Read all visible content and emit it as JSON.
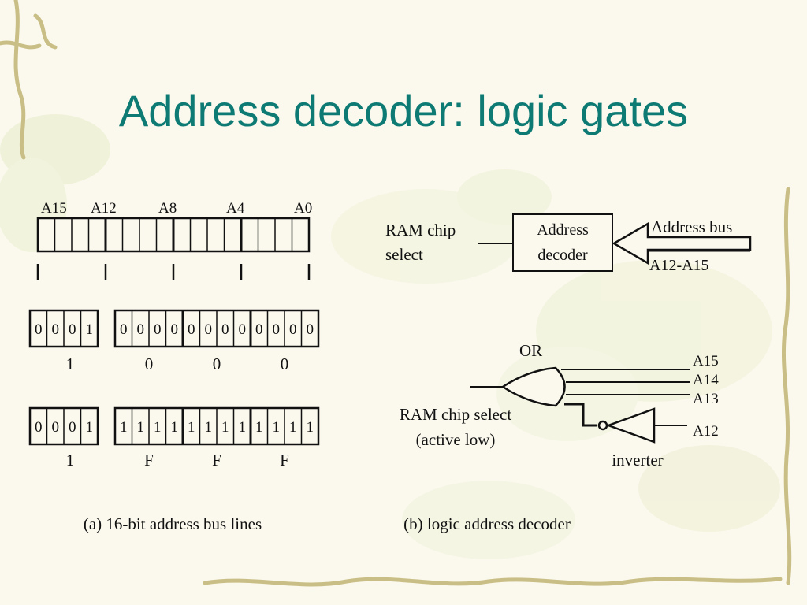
{
  "title": "Address decoder: logic gates",
  "panel_a": {
    "bus_labels": [
      "A15",
      "A12",
      "A8",
      "A4",
      "A0"
    ],
    "row1": {
      "high_bits": [
        "0",
        "0",
        "0",
        "1"
      ],
      "low_bits": [
        "0",
        "0",
        "0",
        "0",
        "0",
        "0",
        "0",
        "0",
        "0",
        "0",
        "0",
        "0"
      ],
      "hex": [
        "1",
        "0",
        "0",
        "0"
      ]
    },
    "row2": {
      "high_bits": [
        "0",
        "0",
        "0",
        "1"
      ],
      "low_bits": [
        "1",
        "1",
        "1",
        "1",
        "1",
        "1",
        "1",
        "1",
        "1",
        "1",
        "1",
        "1"
      ],
      "hex": [
        "1",
        "F",
        "F",
        "F"
      ]
    },
    "caption": "(a) 16-bit address bus lines"
  },
  "panel_b": {
    "ram_chip_select_line1": "RAM chip",
    "ram_chip_select_line2": "select",
    "decoder_line1": "Address",
    "decoder_line2": "decoder",
    "address_bus": "Address bus",
    "bus_range": "A12-A15",
    "or_label": "OR",
    "inputs": [
      "A15",
      "A14",
      "A13",
      "A12"
    ],
    "output_line1": "RAM chip select",
    "output_line2": "(active low)",
    "inverter_label": "inverter",
    "caption": "(b) logic address decoder"
  },
  "colors": {
    "title": "#0e7a74",
    "background": "#fbf9ee"
  }
}
